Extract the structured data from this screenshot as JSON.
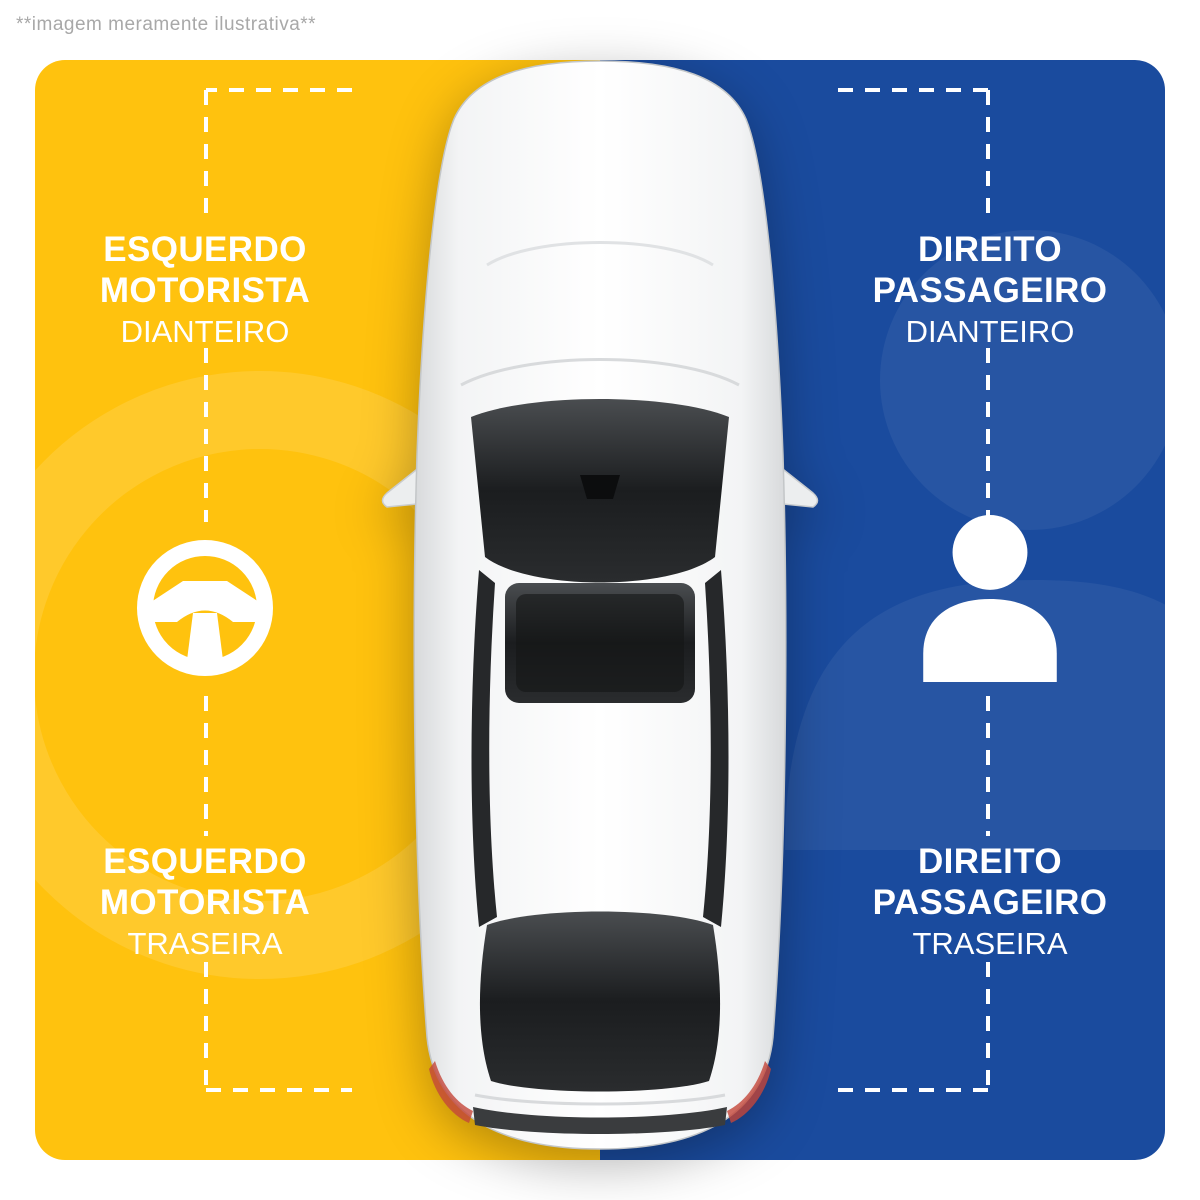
{
  "disclaimer": "**imagem meramente ilustrativa**",
  "colors": {
    "driver_side_yellow": "#FFC20E",
    "passenger_side_blue": "#1A4B9E",
    "label_text": "#FFFFFF",
    "disclaimer_text": "#A8A8A8"
  },
  "positions": {
    "front_left": {
      "lines": [
        "ESQUERDO",
        "MOTORISTA",
        "DIANTEIRO"
      ]
    },
    "front_right": {
      "lines": [
        "DIREITO",
        "PASSAGEIRO",
        "DIANTEIRO"
      ]
    },
    "rear_left": {
      "lines": [
        "ESQUERDO",
        "MOTORISTA",
        "TRASEIRA"
      ]
    },
    "rear_right": {
      "lines": [
        "DIREITO",
        "PASSAGEIRO",
        "TRASEIRA"
      ]
    }
  },
  "icons": {
    "driver_side": "steering-wheel-icon",
    "passenger_side": "person-icon"
  }
}
